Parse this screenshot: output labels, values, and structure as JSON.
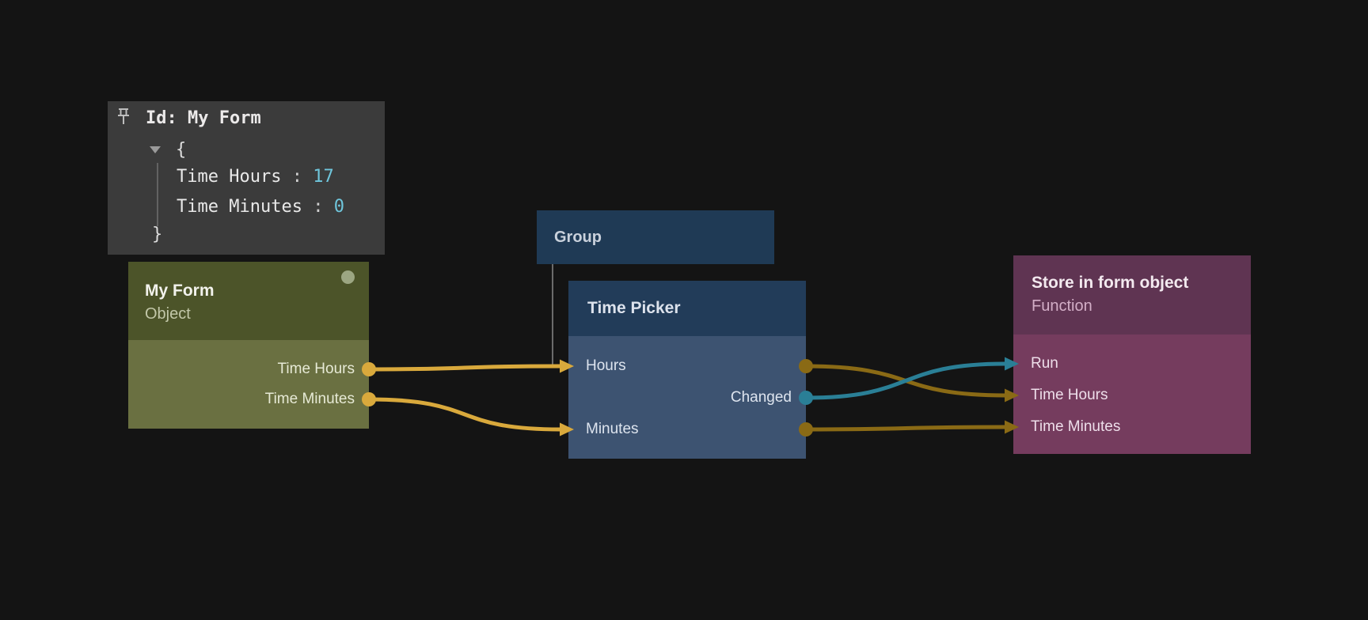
{
  "colors": {
    "amber": "#d9a93c",
    "gold": "#8a6a15",
    "teal": "#2a7f96",
    "indicator": "#9ca682"
  },
  "tooltip": {
    "title": "Id: My Form",
    "open_brace": "{",
    "close_brace": "}",
    "separator": " : ",
    "entries": [
      {
        "key": "Time Hours",
        "value": "17"
      },
      {
        "key": "Time Minutes",
        "value": "0"
      }
    ]
  },
  "nodes": {
    "my_form": {
      "title": "My Form",
      "subtitle": "Object",
      "outputs": [
        {
          "label": "Time Hours"
        },
        {
          "label": "Time Minutes"
        }
      ]
    },
    "group": {
      "title": "Group"
    },
    "time_picker": {
      "title": "Time Picker",
      "rows": [
        {
          "label": "Hours"
        },
        {
          "label": "Changed"
        },
        {
          "label": "Minutes"
        }
      ]
    },
    "store": {
      "title": "Store in form object",
      "subtitle": "Function",
      "inputs": [
        {
          "label": "Run"
        },
        {
          "label": "Time Hours"
        },
        {
          "label": "Time Minutes"
        }
      ]
    }
  },
  "edges": [
    {
      "from": "my-form.out.time-hours",
      "to": "time-picker.in.hours",
      "color": "amber"
    },
    {
      "from": "my-form.out.time-minutes",
      "to": "time-picker.in.minutes",
      "color": "amber"
    },
    {
      "from": "time-picker.out.hours",
      "to": "store.in.time-hours",
      "color": "gold"
    },
    {
      "from": "time-picker.out.changed",
      "to": "store.in.run",
      "color": "teal"
    },
    {
      "from": "time-picker.out.minutes",
      "to": "store.in.time-minutes",
      "color": "gold"
    }
  ]
}
